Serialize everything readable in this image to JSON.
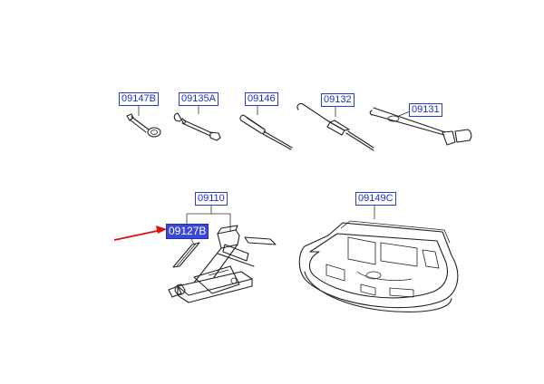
{
  "parts": {
    "p09147B": "09147B",
    "p09135A": "09135A",
    "p09146": "09146",
    "p09132": "09132",
    "p09131": "09131",
    "p09110": "09110",
    "p09127B": "09127B",
    "p09149C": "09149C"
  },
  "colors": {
    "label_border": "#2b3bd6",
    "label_highlight": "#3a47d8",
    "pointer_arrow": "#e01010"
  }
}
